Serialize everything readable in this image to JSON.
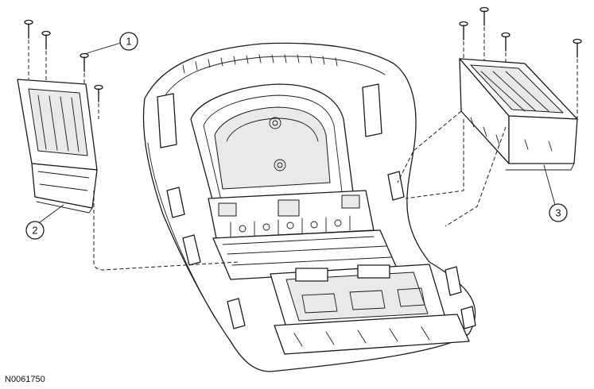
{
  "figure_id": "N0061750",
  "callouts": [
    {
      "label": "1"
    },
    {
      "label": "2"
    },
    {
      "label": "3"
    }
  ]
}
